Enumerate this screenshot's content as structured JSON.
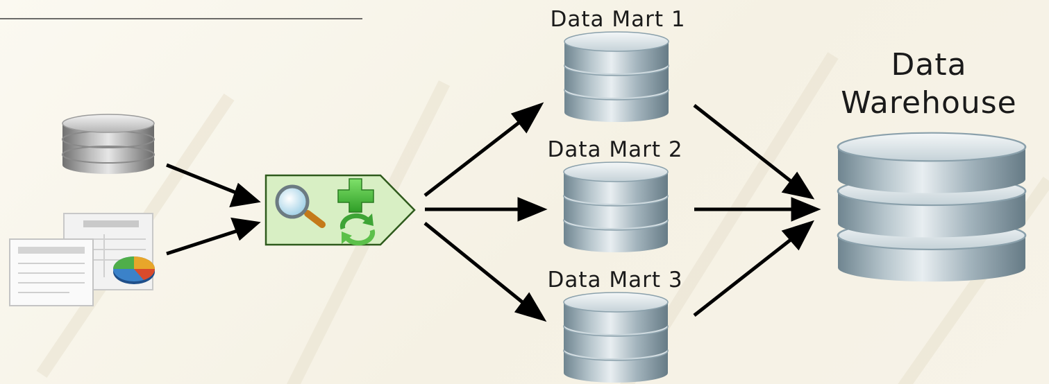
{
  "data_marts": [
    {
      "label": "Data Mart 1"
    },
    {
      "label": "Data Mart 2"
    },
    {
      "label": "Data Mart 3"
    }
  ],
  "warehouse": {
    "label_line1": "Data",
    "label_line2": "Warehouse"
  },
  "sources": [
    {
      "icon": "database-icon"
    },
    {
      "icon": "documents-report-icon"
    }
  ],
  "etl": {
    "icons": [
      "magnifier-icon",
      "plus-icon",
      "refresh-icon"
    ],
    "fill": "#d8efc4",
    "stroke": "#2e5a1c"
  },
  "colors": {
    "cylinder_light": "#e8eef1",
    "cylinder_mid": "#9fb0b9",
    "cylinder_dark": "#6f8590",
    "arrow": "#000000",
    "source_db": "#a9a9a9"
  }
}
